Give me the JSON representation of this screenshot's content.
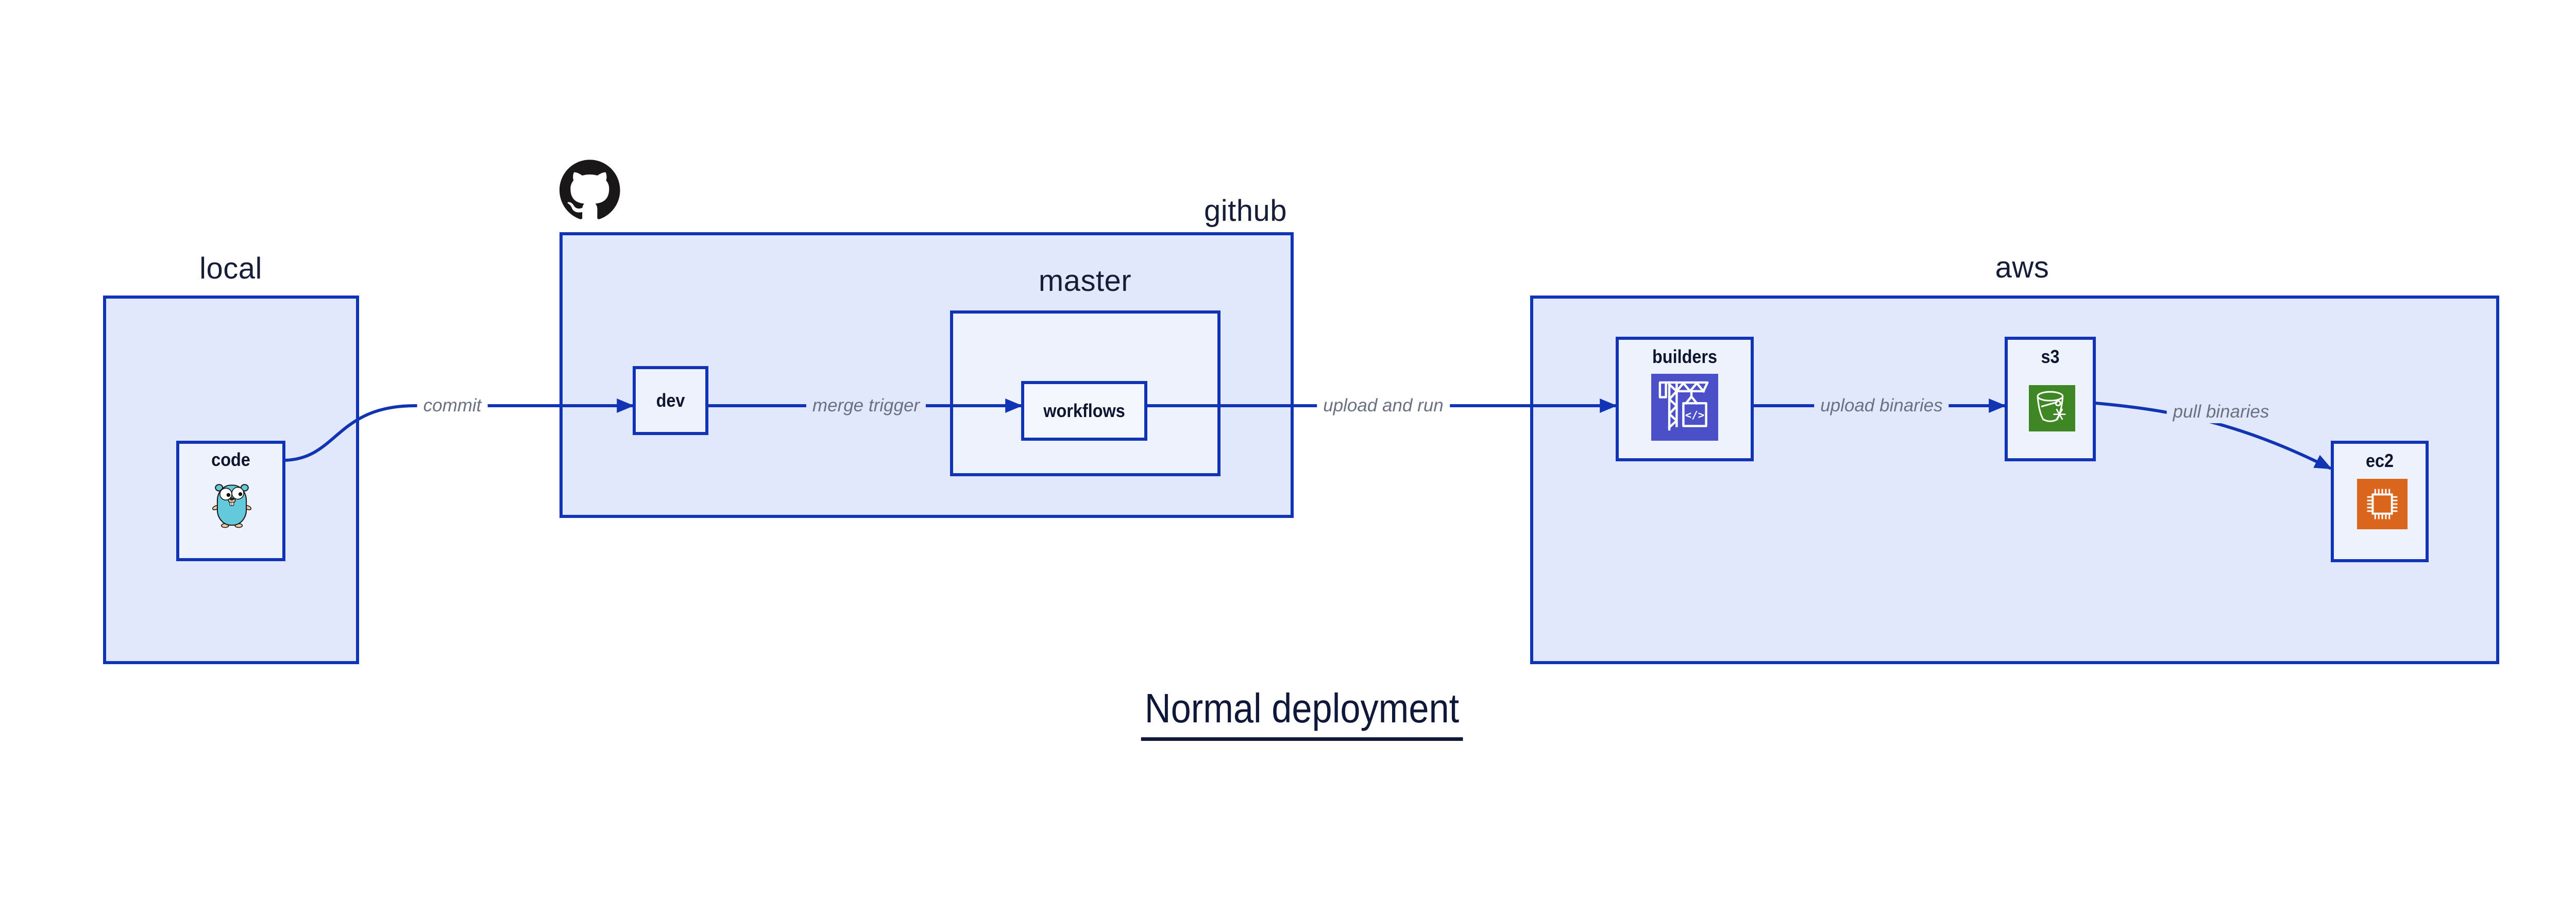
{
  "diagram": {
    "title": "Normal deployment",
    "groups": {
      "local": {
        "label": "local"
      },
      "github": {
        "label": "github"
      },
      "master": {
        "label": "master"
      },
      "aws": {
        "label": "aws"
      }
    },
    "nodes": {
      "code": {
        "label": "code",
        "icon": "go-gopher-icon"
      },
      "dev": {
        "label": "dev"
      },
      "workflows": {
        "label": "workflows"
      },
      "builders": {
        "label": "builders",
        "icon": "aws-codebuild-icon"
      },
      "s3": {
        "label": "s3",
        "icon": "aws-s3-glacier-bucket-icon"
      },
      "ec2": {
        "label": "ec2",
        "icon": "aws-ec2-chip-icon"
      }
    },
    "edges": {
      "commit": {
        "label": "commit"
      },
      "merge_trigger": {
        "label": "merge trigger"
      },
      "upload_and_run": {
        "label": "upload and run"
      },
      "upload_binaries": {
        "label": "upload binaries"
      },
      "pull_binaries": {
        "label": "pull binaries"
      }
    },
    "logo": {
      "name": "github-octocat-logo"
    },
    "colors": {
      "line_blue": "#1134b4",
      "group_fill": "#e1e8fb",
      "node_fill": "#eef2fc",
      "inner_fill": "#f5f7fe",
      "heading_text": "#161d38",
      "node_text": "#0d1530",
      "edge_label_text": "#6a7181",
      "title_text": "#10183a",
      "github_black": "#191717",
      "codebuild_indigo": "#4b50c8",
      "s3_green": "#3f8624",
      "ec2_orange": "#d9661c",
      "gopher_teal": "#65c9dc"
    }
  }
}
